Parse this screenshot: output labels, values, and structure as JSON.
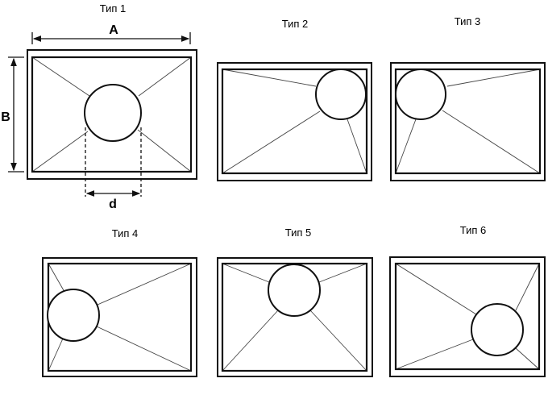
{
  "types": [
    {
      "label": "Тип 1"
    },
    {
      "label": "Тип 2"
    },
    {
      "label": "Тип 3"
    },
    {
      "label": "Тип 4"
    },
    {
      "label": "Тип 5"
    },
    {
      "label": "Тип 6"
    }
  ],
  "dimensions": {
    "width": "A",
    "height": "B",
    "diameter": "d"
  }
}
